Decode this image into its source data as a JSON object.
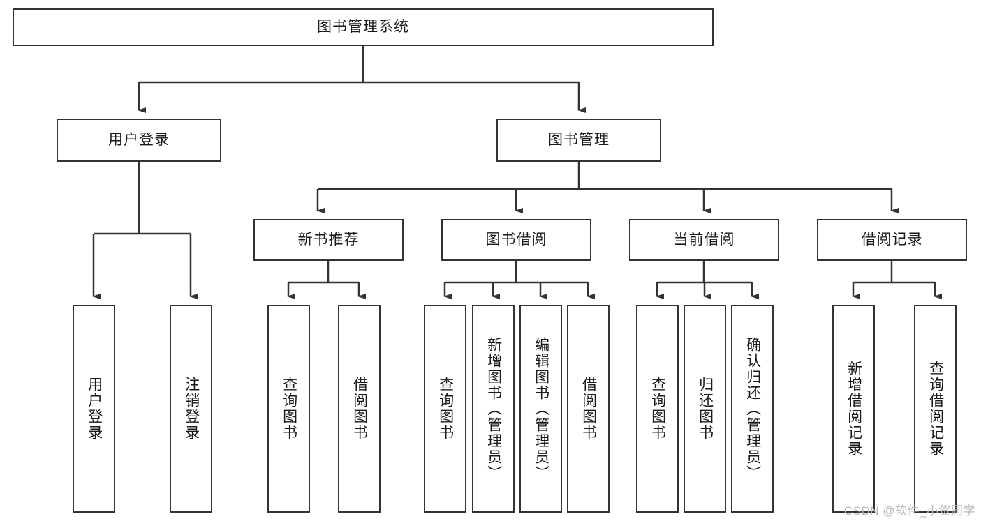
{
  "diagram": {
    "type": "hierarchy-tree",
    "title": "图书管理系统",
    "levels": 4,
    "root": {
      "label": "图书管理系统"
    },
    "level2": [
      {
        "label": "用户登录"
      },
      {
        "label": "图书管理"
      }
    ],
    "level3": [
      {
        "label": "新书推荐"
      },
      {
        "label": "图书借阅"
      },
      {
        "label": "当前借阅"
      },
      {
        "label": "借阅记录"
      }
    ],
    "leaves_user_login": [
      {
        "label": "用户登录"
      },
      {
        "label": "注销登录"
      }
    ],
    "leaves_new_book": [
      {
        "label": "查询图书"
      },
      {
        "label": "借阅图书"
      }
    ],
    "leaves_borrow": [
      {
        "label": "查询图书"
      },
      {
        "label": "新增图书（管理员）"
      },
      {
        "label": "编辑图书（管理员）"
      },
      {
        "label": "借阅图书"
      }
    ],
    "leaves_current": [
      {
        "label": "查询图书"
      },
      {
        "label": "归还图书"
      },
      {
        "label": "确认归还（管理员）"
      }
    ],
    "leaves_records": [
      {
        "label": "新增借阅记录"
      },
      {
        "label": "查询借阅记录"
      }
    ],
    "watermark": "CSDN @软件_小贺同学",
    "colors": {
      "border": "#333333",
      "background": "#ffffff",
      "text": "#1a1a1a",
      "connector": "#333333",
      "watermark": "#b9b9b9"
    }
  }
}
